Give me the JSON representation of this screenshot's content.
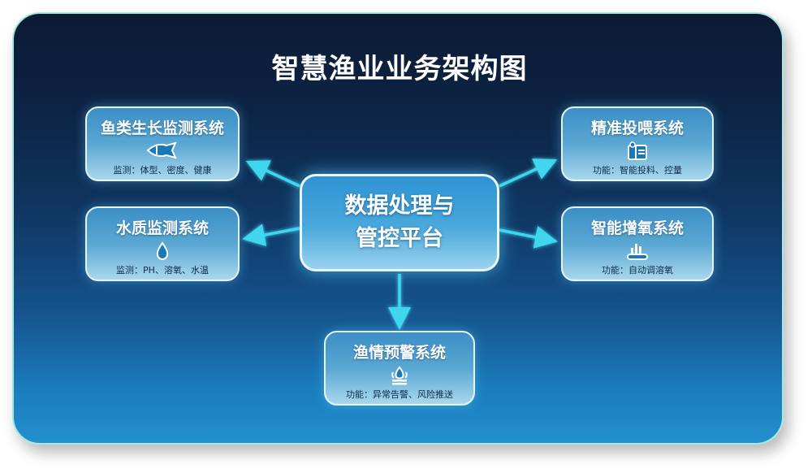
{
  "title": "智慧渔业业务架构图",
  "center": {
    "line1": "数据处理与",
    "line2": "管控平台"
  },
  "nodes": [
    {
      "id": "fish-growth",
      "title": "鱼类生长监测系统",
      "icon": "fish-icon",
      "desc": "监测：体型、密度、健康"
    },
    {
      "id": "water-quality",
      "title": "水质监测系统",
      "icon": "water-drop-icon",
      "desc": "监测：PH、溶氧、水温"
    },
    {
      "id": "precision-feeding",
      "title": "精准投喂系统",
      "icon": "feeder-icon",
      "desc": "功能：智能投料、控量"
    },
    {
      "id": "smart-aeration",
      "title": "智能增氧系统",
      "icon": "aerator-icon",
      "desc": "功能：自动调溶氧"
    },
    {
      "id": "early-warning",
      "title": "渔情预警系统",
      "icon": "alert-flame-icon",
      "desc": "功能：异常告警、风险推送"
    }
  ],
  "colors": {
    "arrow": "#3fd6ee",
    "panel_top": "#0b1a33",
    "panel_bottom": "#2190cc",
    "border": "#a8e6e0"
  }
}
